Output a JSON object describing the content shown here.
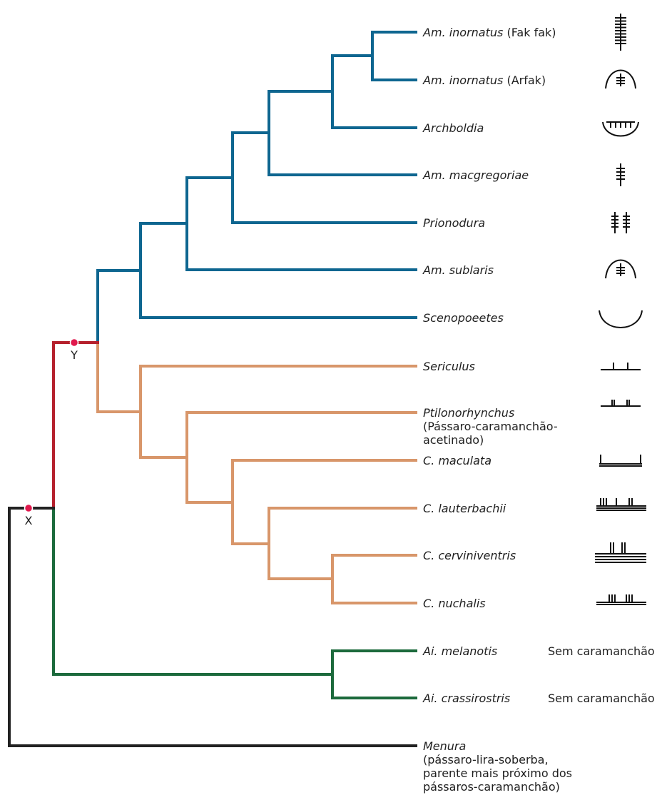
{
  "colors": {
    "blue": "#0e6690",
    "orange": "#d8966a",
    "red": "#b5202c",
    "green": "#1c6a3c",
    "black": "#222222",
    "node_dot": "#e0194d"
  },
  "nodes": {
    "x": "X",
    "y": "Y"
  },
  "no_bower": "Sem caramanchão",
  "taxa": [
    {
      "name": "Am. inornatus",
      "suffix": " (Fak fak)",
      "bower": "maypole-tall-icon"
    },
    {
      "name": "Am. inornatus",
      "suffix": " (Arfak)",
      "bower": "maypole-hut-icon"
    },
    {
      "name": "Archboldia",
      "suffix": "",
      "bower": "mat-bower-icon"
    },
    {
      "name": "Am. macgregoriae",
      "suffix": "",
      "bower": "maypole-short-icon"
    },
    {
      "name": "Prionodura",
      "suffix": "",
      "bower": "twin-maypole-icon"
    },
    {
      "name": "Am. sublaris",
      "suffix": "",
      "bower": "maypole-hut-icon"
    },
    {
      "name": "Scenopoeetes",
      "suffix": "",
      "bower": "court-bowl-icon"
    },
    {
      "name": "Sericulus",
      "suffix": "",
      "bower": "avenue-simple-icon"
    },
    {
      "name": "Ptilonorhynchus",
      "suffix": "",
      "extra": [
        "(Pássaro-caramanchão-",
        "acetinado)"
      ],
      "bower": "avenue-double-icon"
    },
    {
      "name": "C. maculata",
      "suffix": "",
      "bower": "avenue-wide-icon"
    },
    {
      "name": "C. lauterbachii",
      "suffix": "",
      "bower": "avenue-four-wall-icon"
    },
    {
      "name": "C. cerviniventris",
      "suffix": "",
      "bower": "avenue-platform-icon"
    },
    {
      "name": "C. nuchalis",
      "suffix": "",
      "bower": "avenue-low-icon"
    },
    {
      "name": "Ai. melanotis",
      "suffix": "",
      "bower": "none"
    },
    {
      "name": "Ai. crassirostris",
      "suffix": "",
      "bower": "none"
    },
    {
      "name": "Menura",
      "suffix": "",
      "extra": [
        "(pássaro-lira-soberba,",
        "parente mais próximo dos",
        "pássaros-caramanchão)"
      ],
      "bower": "none"
    }
  ]
}
